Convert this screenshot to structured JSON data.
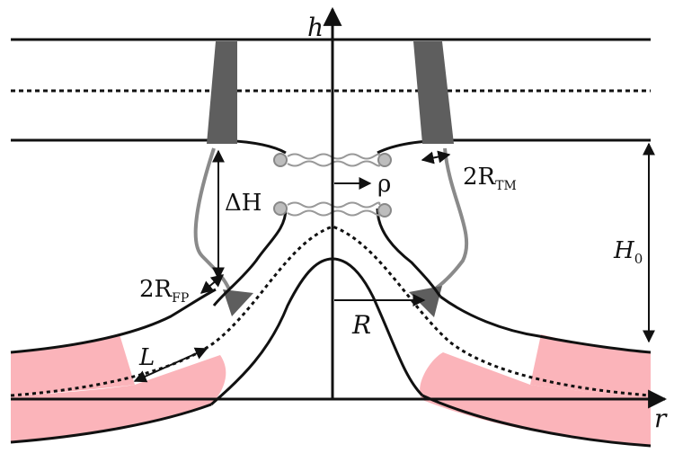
{
  "figure": {
    "axes": {
      "vertical_label": "h",
      "horizontal_label": "r"
    },
    "labels": {
      "delta_h": "ΔH",
      "rho": "ρ",
      "r_tm_prefix": "2R",
      "r_tm_sub": "TM",
      "r_fp_prefix": "2R",
      "r_fp_sub": "FP",
      "h0": "H",
      "h0_sub": "0",
      "big_r": "R",
      "l": "L"
    },
    "colors": {
      "pink_region": "#fbb4ba",
      "dark_column": "#5e5e5e",
      "outline": "#111111",
      "gray_lipid": "#8a8a8a"
    }
  }
}
